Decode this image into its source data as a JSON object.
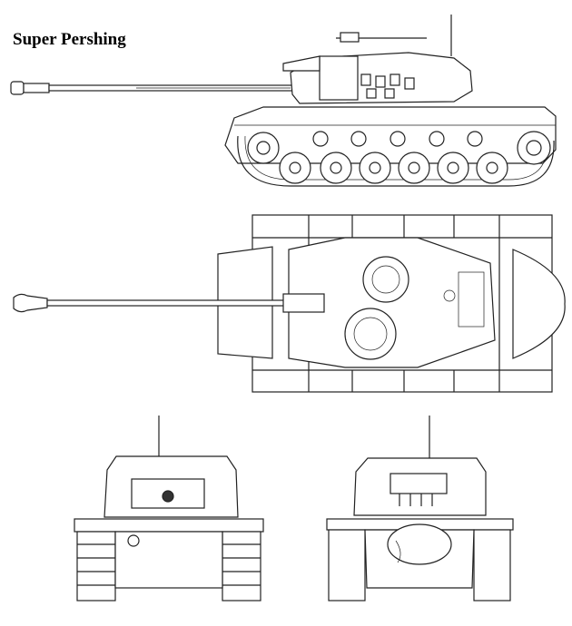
{
  "title": "Super Pershing",
  "views": [
    "side",
    "top",
    "front",
    "rear"
  ],
  "colors": {
    "line": "#222222",
    "background": "#ffffff"
  }
}
